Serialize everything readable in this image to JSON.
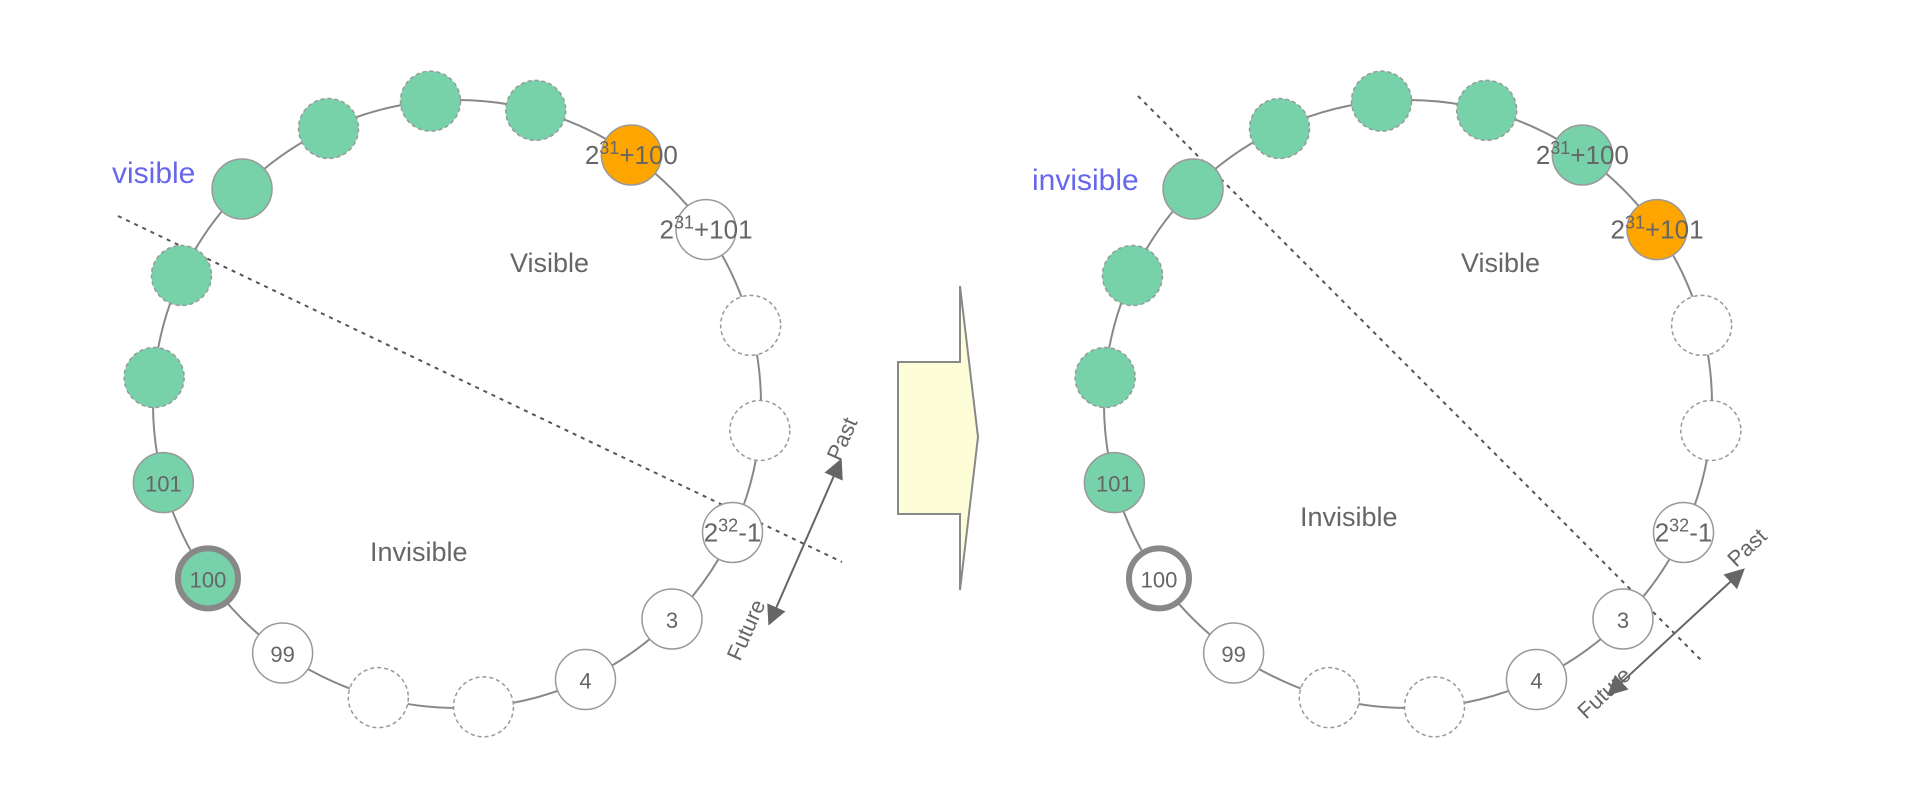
{
  "colors": {
    "visible_fill": "#77d1a9",
    "oldest_fill": "#ffa500",
    "ring_stroke": "#888888",
    "node_stroke": "#999999",
    "text": "#666666",
    "callout": "#6666ee",
    "arrow_fill": "#fdfdd8"
  },
  "panels": [
    {
      "callout": "visible",
      "region_top": "Visible",
      "region_bottom": "Invisible",
      "arrow_past": "Past",
      "arrow_future": "Future",
      "nodes": [
        {
          "label": "100",
          "state": "marked-visible"
        },
        {
          "label": "101",
          "state": "visible"
        },
        {
          "label": "",
          "state": "visible-dashed"
        },
        {
          "label": "",
          "state": "visible-dashed"
        },
        {
          "label": "",
          "state": "visible"
        },
        {
          "label": "",
          "state": "visible-dashed"
        },
        {
          "label": "",
          "state": "visible-dashed"
        },
        {
          "label": "",
          "state": "visible-dashed"
        },
        {
          "label": "2^31+100",
          "state": "oldest"
        },
        {
          "label": "2^31+101",
          "state": "empty"
        },
        {
          "label": "",
          "state": "dashed"
        },
        {
          "label": "",
          "state": "dashed"
        },
        {
          "label": "2^32-1",
          "state": "empty"
        },
        {
          "label": "3",
          "state": "empty"
        },
        {
          "label": "4",
          "state": "empty"
        },
        {
          "label": "",
          "state": "dashed"
        },
        {
          "label": "",
          "state": "dashed"
        },
        {
          "label": "99",
          "state": "empty"
        }
      ]
    },
    {
      "callout": "invisible",
      "region_top": "Visible",
      "region_bottom": "Invisible",
      "arrow_past": "Past",
      "arrow_future": "Future",
      "nodes": [
        {
          "label": "100",
          "state": "marked-invisible"
        },
        {
          "label": "101",
          "state": "visible"
        },
        {
          "label": "",
          "state": "visible-dashed"
        },
        {
          "label": "",
          "state": "visible-dashed"
        },
        {
          "label": "",
          "state": "visible"
        },
        {
          "label": "",
          "state": "visible-dashed"
        },
        {
          "label": "",
          "state": "visible-dashed"
        },
        {
          "label": "",
          "state": "visible-dashed"
        },
        {
          "label": "2^31+100",
          "state": "visible"
        },
        {
          "label": "2^31+101",
          "state": "oldest"
        },
        {
          "label": "",
          "state": "dashed"
        },
        {
          "label": "",
          "state": "dashed"
        },
        {
          "label": "2^32-1",
          "state": "empty"
        },
        {
          "label": "3",
          "state": "empty"
        },
        {
          "label": "4",
          "state": "empty"
        },
        {
          "label": "",
          "state": "dashed"
        },
        {
          "label": "",
          "state": "dashed"
        },
        {
          "label": "99",
          "state": "empty"
        }
      ]
    }
  ]
}
